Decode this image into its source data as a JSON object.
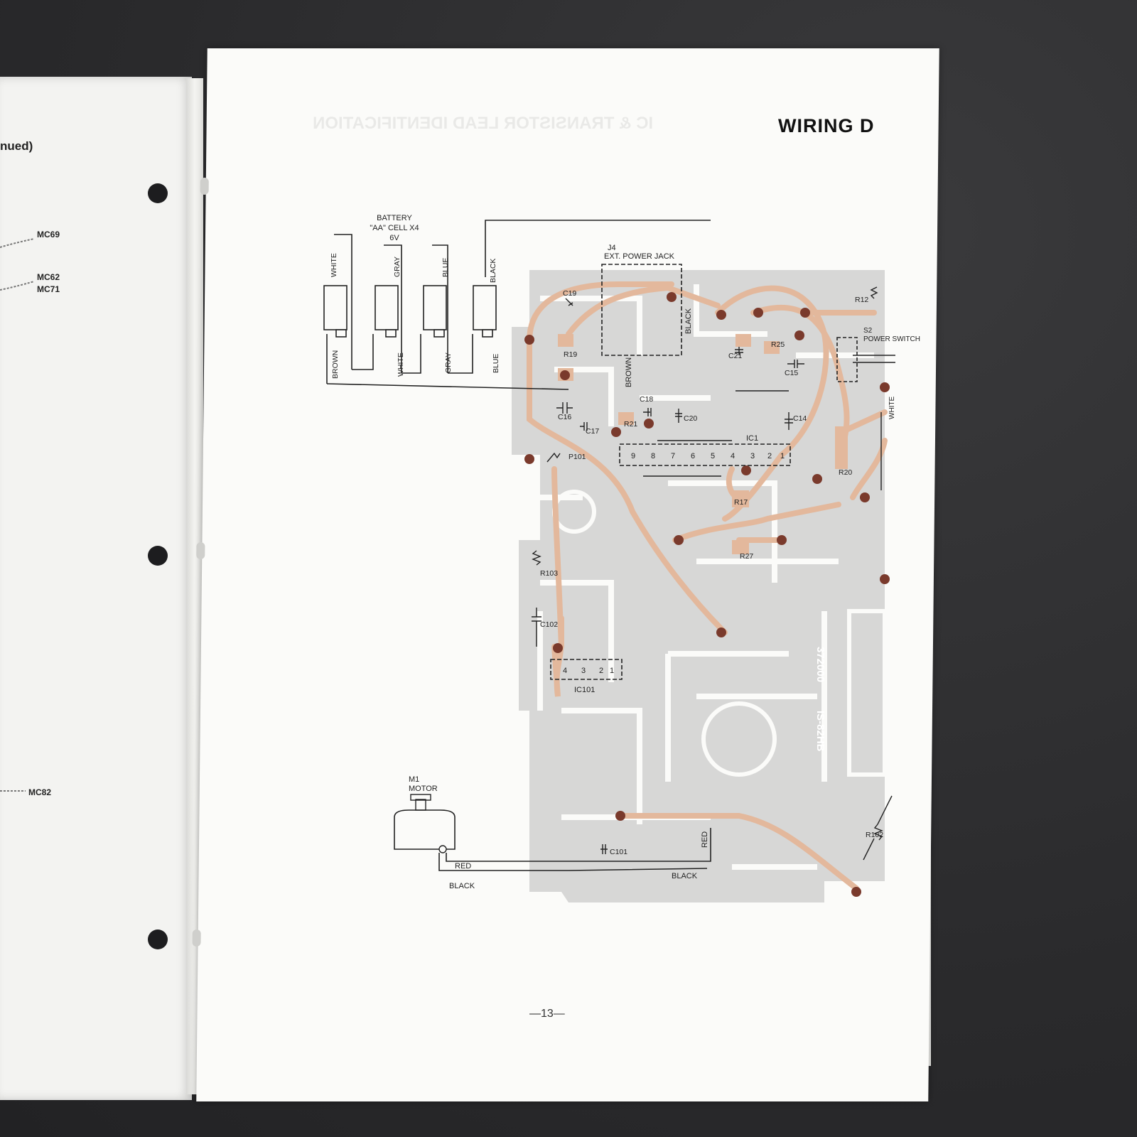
{
  "left_page": {
    "title_fragment": "nued)",
    "labels": [
      "MC69",
      "MC62",
      "MC71",
      "MC82"
    ]
  },
  "right_page": {
    "heading": "WIRING D",
    "page_number": "—13—",
    "battery": {
      "title": "BATTERY",
      "spec": "\"AA\" CELL X4",
      "voltage": "6V",
      "wire_colors_top": [
        "WHITE",
        "GRAY",
        "BLUE",
        "BLACK"
      ],
      "wire_colors_bottom": [
        "BROWN",
        "WHITE",
        "GRAY",
        "BLUE"
      ]
    },
    "jack": {
      "ref": "J4",
      "name": "EXT. POWER JACK",
      "wires": [
        "BLACK",
        "BROWN"
      ]
    },
    "switch": {
      "ref": "S2",
      "name": "POWER SWITCH",
      "wire": "WHITE"
    },
    "motor": {
      "ref": "M1",
      "name": "MOTOR",
      "wires": [
        "RED",
        "BLACK"
      ]
    },
    "motor_wires_board": [
      "RED",
      "BLACK"
    ],
    "components": [
      "C19",
      "R19",
      "C21",
      "R25",
      "C15",
      "R12",
      "C16",
      "C18",
      "C20",
      "C14",
      "C17",
      "R21",
      "IC1",
      "P101",
      "R20",
      "R17",
      "R27",
      "R103",
      "C102",
      "IC101",
      "C101",
      "R102"
    ],
    "ic1_pins": [
      "9",
      "8",
      "7",
      "6",
      "5",
      "4",
      "3",
      "2",
      "1"
    ],
    "ic101_pins": [
      "4",
      "3",
      "2",
      "1"
    ],
    "board_codes": [
      "372000",
      "IS-82HB"
    ]
  },
  "colors": {
    "trace": "#e3b89c",
    "board": "#d7d7d6",
    "line": "#222222",
    "paper": "#fbfbf9"
  }
}
